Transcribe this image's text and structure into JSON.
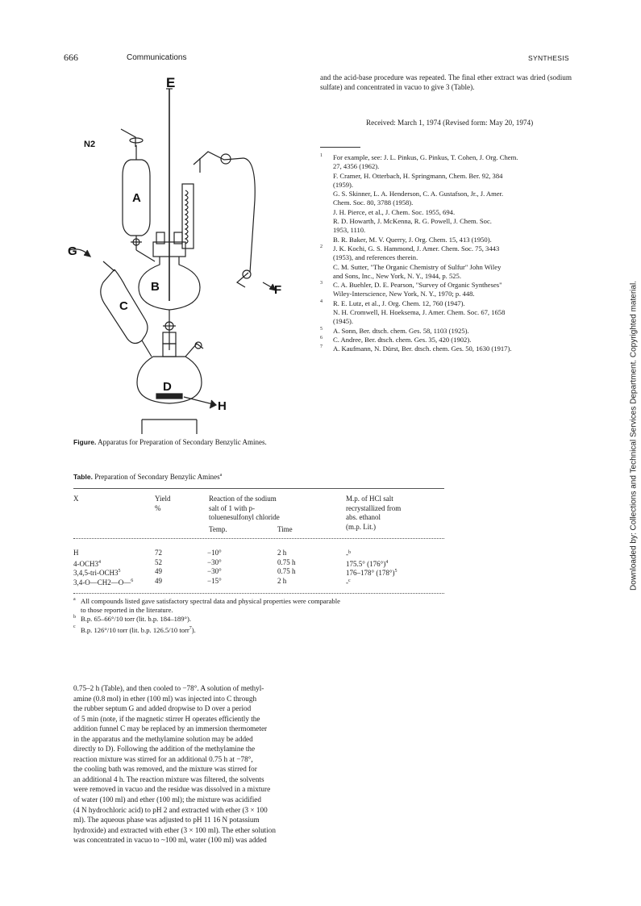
{
  "header": {
    "page_number": "666",
    "section": "Communications",
    "journal": "SYNTHESIS"
  },
  "top_paragraph": "and the acid-base procedure was repeated. The final ether extract was dried (sodium sulfate) and concentrated in vacuo to give 3 (Table).",
  "received": "Received: March 1, 1974 (Revised form: May 20, 1974)",
  "references": [
    {
      "num": "1",
      "lines": [
        "For example, see: J. L. Pinkus, G. Pinkus, T. Cohen, J. Org. Chem.",
        "27, 4356 (1962).",
        "F. Cramer, H. Otterbach, H. Springmann, Chem. Ber. 92, 384",
        "(1959).",
        "G. S. Skinner, L. A. Henderson, C. A. Gustafson, Jr., J. Amer.",
        "Chem. Soc. 80, 3788 (1958).",
        "J. H. Pierce, et al., J. Chem. Soc. 1955, 694.",
        "R. D. Howarth, J. McKenna, R. G. Powell, J. Chem. Soc.",
        "1953, 1110.",
        "B. R. Baker, M. V. Querry, J. Org. Chem. 15, 413 (1950)."
      ]
    },
    {
      "num": "2",
      "lines": [
        "J. K. Kochi, G. S. Hammond, J. Amer. Chem. Soc. 75, 3443",
        "(1953), and references therein.",
        "C. M. Sutter, \"The Organic Chemistry of Sulfur\" John Wiley",
        "and Sons, Inc., New York, N. Y., 1944, p. 525."
      ]
    },
    {
      "num": "3",
      "lines": [
        "C. A. Buehler, D. E. Pearson, \"Survey of Organic Syntheses\"",
        "Wiley-Interscience, New York, N. Y., 1970; p. 448."
      ]
    },
    {
      "num": "4",
      "lines": [
        "R. E. Lutz, et al., J. Org. Chem. 12, 760 (1947).",
        "N. H. Cromwell, H. Hoeksema, J. Amer. Chem. Soc. 67, 1658",
        "(1945)."
      ]
    },
    {
      "num": "5",
      "lines": [
        "A. Sonn, Ber. dtsch. chem. Ges. 58, 1103 (1925)."
      ]
    },
    {
      "num": "6",
      "lines": [
        "C. Andree, Ber. dtsch. chem. Ges. 35, 420 (1902)."
      ]
    },
    {
      "num": "7",
      "lines": [
        "A. Kaufmann, N. Dürst, Ber. dtsch. chem. Ges. 50, 1630 (1917)."
      ]
    }
  ],
  "figure": {
    "labels": {
      "E": "E",
      "N2": "N2",
      "A": "A",
      "G": "G",
      "B": "B",
      "C": "C",
      "F": "F",
      "D": "D",
      "H": "H"
    },
    "caption_label": "Figure.",
    "caption_text": "Apparatus for Preparation of Secondary Benzylic Amines."
  },
  "table": {
    "title_label": "Table.",
    "title_text": "Preparation of Secondary Benzylic Amines",
    "title_sup": "a",
    "headers": {
      "x": "X",
      "yield": [
        "Yield",
        "%"
      ],
      "reaction": [
        "Reaction of the sodium",
        "salt of 1 with p-",
        "toluenesulfonyl chloride"
      ],
      "temp": "Temp.",
      "time": "Time",
      "mp": [
        "M.p. of HCl salt",
        "recrystallized from",
        "abs. ethanol",
        "(m.p. Lit.)"
      ]
    },
    "rows": [
      {
        "x": "H",
        "xsup": "",
        "yield": "72",
        "temp": "−10°",
        "time": "2 h",
        "mp": "-",
        "mpsup": "b"
      },
      {
        "x": "4-OCH3",
        "xsup": "4",
        "yield": "52",
        "temp": "−30°",
        "time": "0.75 h",
        "mp": "175.5° (176°)",
        "mpsup": "4"
      },
      {
        "x": "3,4,5-tri-OCH3",
        "xsup": "5",
        "yield": "49",
        "temp": "−30°",
        "time": "0.75 h",
        "mp": "176–178° (178°)",
        "mpsup": "5"
      },
      {
        "x": "3,4-O—CH2—O—",
        "xsup": "6",
        "yield": "49",
        "temp": "−15°",
        "time": "2 h",
        "mp": "-",
        "mpsup": "c"
      }
    ],
    "footnotes": [
      {
        "mark": "a",
        "lines": [
          "All compounds listed gave satisfactory spectral data and physical properties were comparable",
          "to those reported in the literature."
        ]
      },
      {
        "mark": "b",
        "lines": [
          "B.p. 65–66°/10 torr (lit. b.p. 184–189°)."
        ]
      },
      {
        "mark": "c",
        "lines": [
          "B.p. 126°/10 torr (lit. b.p. 126.5/10 torr"
        ]
      }
    ],
    "footnote_c_sup": "7",
    "footnote_c_end": ")."
  },
  "bottom_paragraph_lines": [
    "0.75–2 h (Table), and then cooled to −78°. A solution of methyl-",
    "amine (0.8 mol) in ether (100 ml) was injected into C through",
    "the rubber septum G and added dropwise to D over a period",
    "of 5 min (note, if the magnetic stirrer H operates efficiently the",
    "addition funnel C may be replaced by an immersion thermometer",
    "in the apparatus and the methylamine solution may be added",
    "directly to D). Following the addition of the methylamine the",
    "reaction mixture was stirred for an additional 0.75 h at −78°,",
    "the cooling bath was removed, and the mixture was stirred for",
    "an additional 4 h. The reaction mixture was filtered, the solvents",
    "were removed in vacuo and the residue was dissolved in a mixture",
    "of water (100 ml) and ether (100 ml); the mixture was acidified",
    "(4 N hydrochloric acid) to pH 2 and extracted with ether (3 × 100",
    "ml). The aqueous phase was adjusted to pH 11 16 N potassium",
    "hydroxide) and extracted with ether (3 × 100 ml). The ether solution",
    "was concentrated in vacuo to ~100 ml, water (100 ml) was added"
  ],
  "side_notice": "Downloaded by: Collections and Technical Services Department. Copyrighted material."
}
